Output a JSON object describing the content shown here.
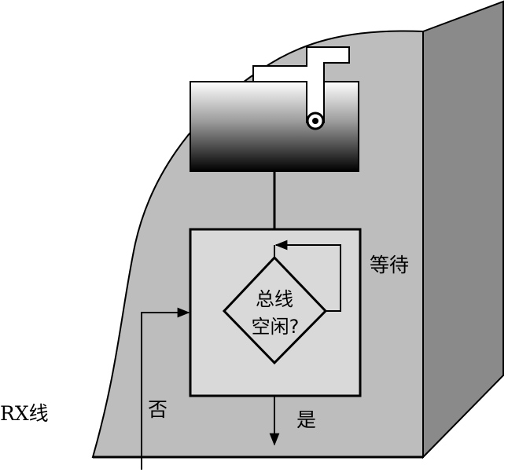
{
  "labels": {
    "wait": "等待",
    "decision_line1": "总线",
    "decision_line2": "空闲?",
    "no": "否",
    "yes": "是",
    "rx_line": "RX线"
  },
  "colors": {
    "background": "#ffffff",
    "wall_front": "#bdbdbd",
    "wall_side": "#8a8a8a",
    "box_fill": "#d9d9d9",
    "stroke": "#000000"
  }
}
